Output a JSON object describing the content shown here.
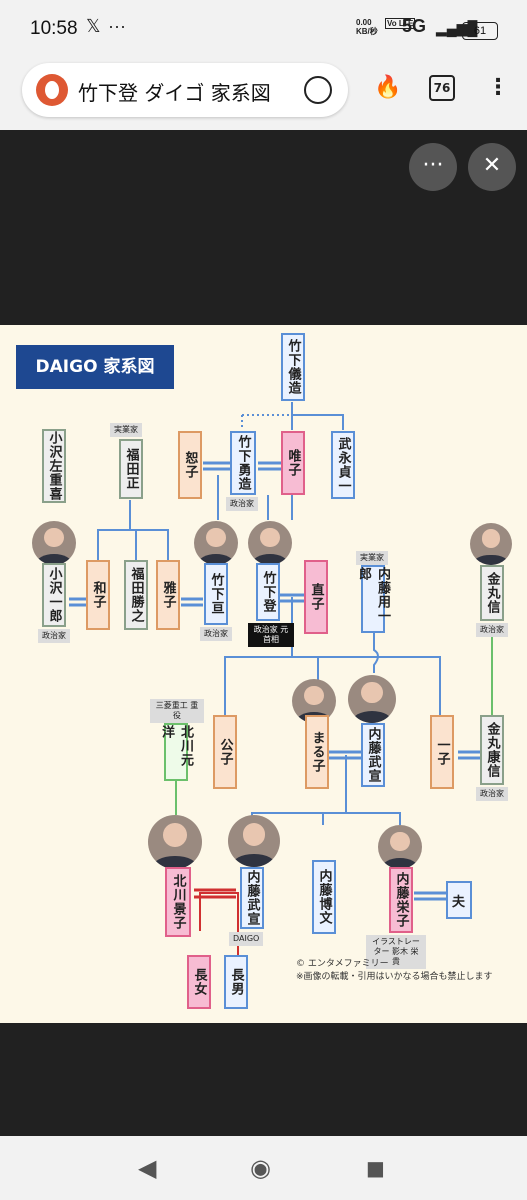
{
  "status": {
    "time": "10:58",
    "x_icon": "𝕏",
    "dots": "···",
    "speed_top": "0.00",
    "speed_bottom": "KB/秒",
    "volte": "Vo LTE",
    "network": "5G",
    "battery": "61"
  },
  "browser": {
    "url_title": "竹下登 ダイゴ 家系図",
    "tab_count": "76"
  },
  "viewer": {
    "more": "···",
    "close": "✕"
  },
  "chart": {
    "header": "DAIGO 家系図",
    "people": {
      "gizo": "竹下儀造",
      "yukiko": "唯子",
      "take_tei": "武永貞一",
      "yoshiko": "恕子",
      "yuzo": "竹下勇造",
      "ozawa_sakishi": "小沢左重喜",
      "fukuda_tadashi": "福田正",
      "ozawa_ichiro": "小沢一郎",
      "kazuko": "和子",
      "fukuda_katsuyuki": "福田勝之",
      "masako": "雅子",
      "wataru": "竹下亘",
      "noboru": "竹下登",
      "naoko": "直子",
      "naito_yoichiro": "内藤用一郎",
      "kanamaru_shin": "金丸信",
      "kitagawa_motomi": "北川元洋",
      "kimiko": "公子",
      "maruko": "まる子",
      "naito_takenobu": "内藤武宣",
      "ichiko": "一子",
      "kanamaru_yasunobu": "金丸康信",
      "kitagawa_keiko": "北川景子",
      "daigo": "内藤武宣",
      "naito_hirofumi": "内藤博文",
      "naito_eiko": "内藤栄子",
      "husband": "夫",
      "chojo": "長女",
      "chonan": "長男"
    },
    "tags": {
      "yuzo": "政治家",
      "fukuda_tadashi": "実業家",
      "ozawa": "政治家",
      "wataru": "政治家",
      "noboru": "政治家 元首相",
      "naito_yoichiro": "実業家",
      "kanamaru_shin": "政治家",
      "kitagawa": "三菱重工 重役",
      "kanamaru_yasunobu": "政治家",
      "daigo": "DAIGO",
      "eiko": "イラストレーター 影木 栄貴"
    },
    "credit_1": "© エンタメファミリー",
    "credit_2": "※画像の転載・引用はいかなる場合も禁止します"
  },
  "nav": {
    "back": "◀",
    "home": "◉",
    "recent": "■"
  }
}
